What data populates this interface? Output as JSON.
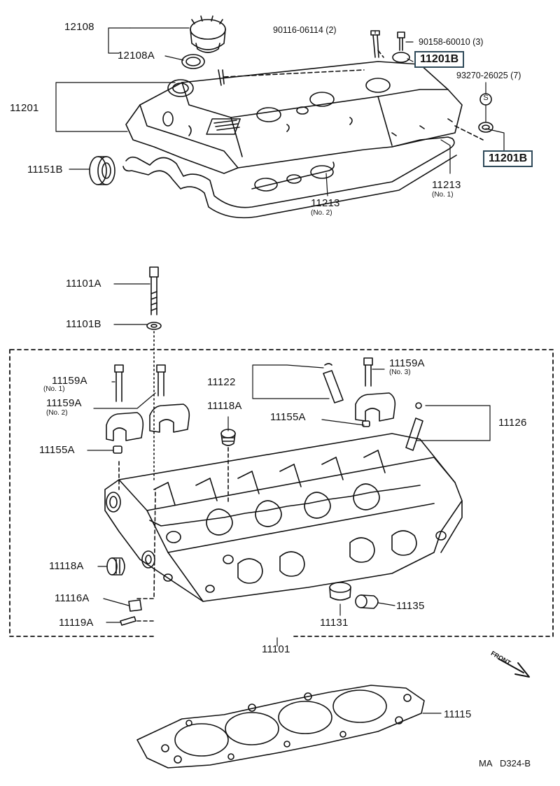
{
  "labels": {
    "p12108": "12108",
    "p12108A": "12108A",
    "p11201": "11201",
    "p11151B": "11151B",
    "p90116": "90116-06114 (2)",
    "p90158": "90158-60010 (3)",
    "p11201B_top": "11201B",
    "p93270": "93270-26025 (7)",
    "p11201B_side": "11201B",
    "p11213_no1": "11213",
    "p11213_no1_sub": "(No. 1)",
    "p11213_no2": "11213",
    "p11213_no2_sub": "(No. 2)",
    "p11101A": "11101A",
    "p11101B": "11101B",
    "p11159A_no1": "11159A",
    "p11159A_no1_sub": "(No. 1)",
    "p11159A_no2": "11159A",
    "p11159A_no2_sub": "(No. 2)",
    "p11159A_no3": "11159A",
    "p11159A_no3_sub": "(No. 3)",
    "p11122": "11122",
    "p11118A_top": "11118A",
    "p11155A_right": "11155A",
    "p11126": "11126",
    "p11155A_left": "11155A",
    "p11118A_left": "11118A",
    "p11116A": "11116A",
    "p11119A": "11119A",
    "p11131": "11131",
    "p11135": "11135",
    "p11101": "11101",
    "p11115": "11115",
    "front": "FRONT",
    "seal_symbol": "S"
  },
  "footer": {
    "code_a": "MA",
    "code_b": "D324-B"
  }
}
